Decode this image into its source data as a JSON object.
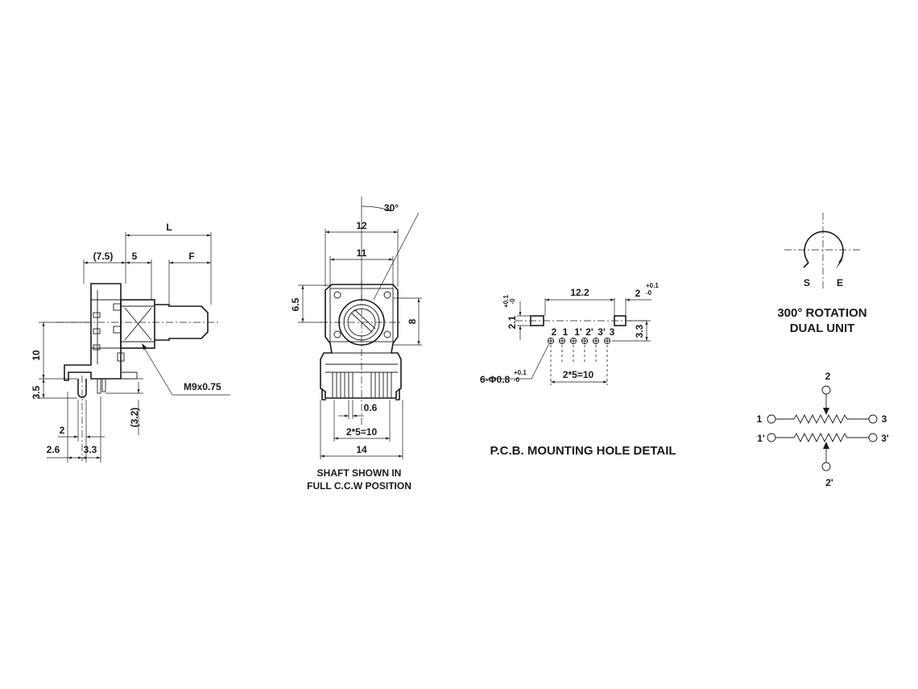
{
  "side_view": {
    "dim_L": "L",
    "dim_7_5": "(7.5)",
    "dim_5": "5",
    "dim_F": "F",
    "dim_10": "10",
    "dim_3_5": "3.5",
    "thread": "M9x0.75",
    "dim_3_2": "(3.2)",
    "dim_2": "2",
    "dim_2_6": "2.6",
    "dim_3_3": "3.3"
  },
  "front_view": {
    "angle": "30°",
    "dim_12": "12",
    "dim_11": "11",
    "dim_6_5": "6.5",
    "dim_8": "8",
    "dim_0_6": "0.6",
    "pitch": "2*5=10",
    "dim_14": "14",
    "caption_line1": "SHAFT SHOWN IN",
    "caption_line2": "FULL C.C.W POSITION"
  },
  "pcb_detail": {
    "dim_12_2": "12.2",
    "dim_2": "2",
    "tol_plus": "+0.1",
    "tol_minus": "-0",
    "dim_2_1": "2.1",
    "dim_3_3": "3.3",
    "pins": [
      "2",
      "1",
      "1'",
      "2'",
      "3'",
      "3"
    ],
    "holes": "6-Φ0.8",
    "pitch": "2*5=10",
    "title": "P.C.B. MOUNTING HOLE DETAIL"
  },
  "rotation": {
    "start": "S",
    "end": "E",
    "line1": "300° ROTATION",
    "line2": "DUAL UNIT"
  },
  "schematic": {
    "pin_top": "2",
    "pin_1": "1",
    "pin_3": "3",
    "pin_1p": "1'",
    "pin_3p": "3'",
    "pin_bottom": "2'"
  }
}
